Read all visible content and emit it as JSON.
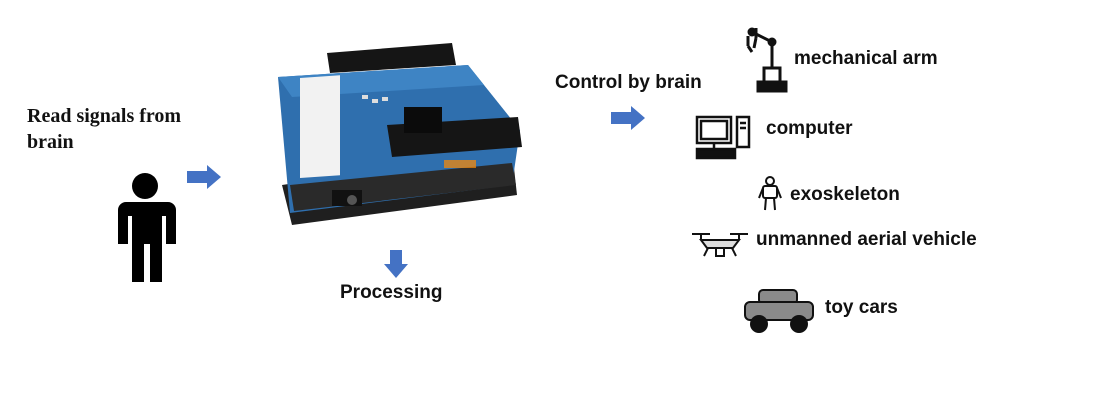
{
  "input_label": "Read signals from\nbrain",
  "processing_label": "Processing",
  "control_label": "Control by brain",
  "outputs": [
    {
      "label": "mechanical arm",
      "icon": "robot-arm-icon"
    },
    {
      "label": "computer",
      "icon": "computer-icon"
    },
    {
      "label": "exoskeleton",
      "icon": "exoskeleton-icon"
    },
    {
      "label": "unmanned aerial vehicle",
      "icon": "drone-icon"
    },
    {
      "label": "toy cars",
      "icon": "toy-car-icon"
    }
  ],
  "colors": {
    "arrow": "#4472c4",
    "board": "#2b6aa8",
    "board_dark": "#1d1d1d"
  }
}
